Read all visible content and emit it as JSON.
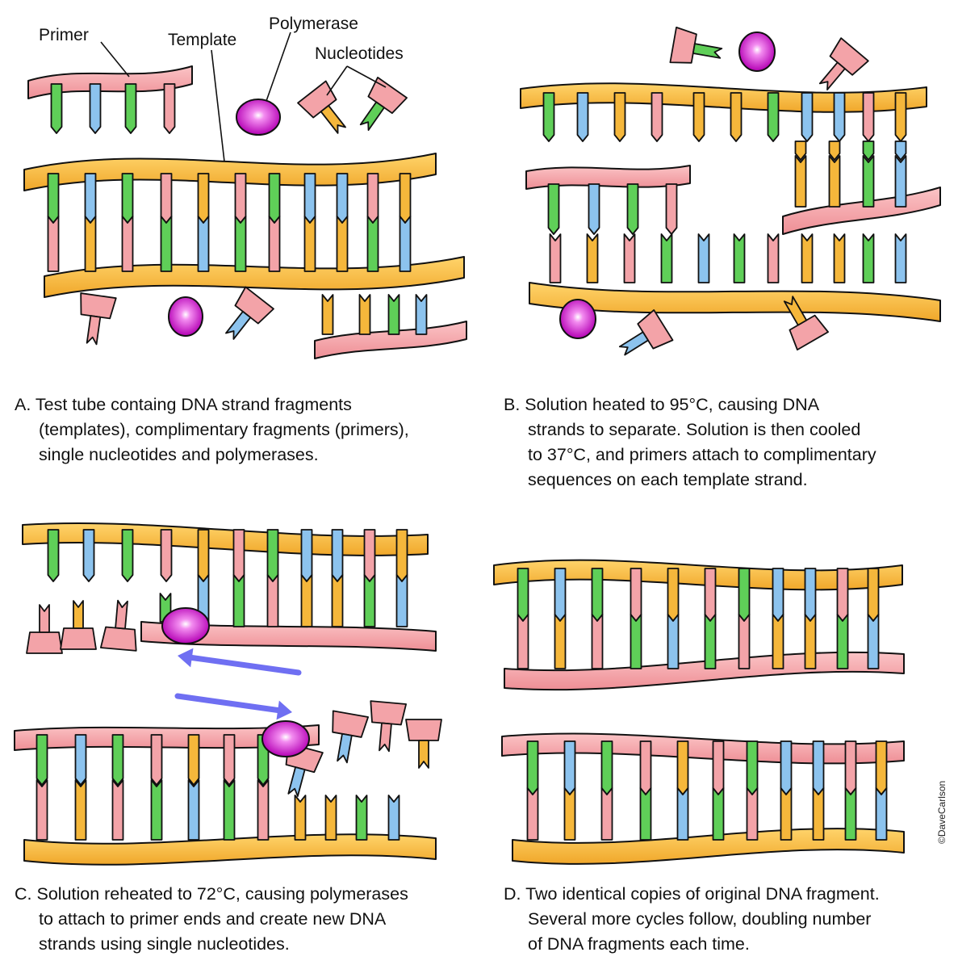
{
  "labels": {
    "primer": "Primer",
    "template": "Template",
    "polymerase": "Polymerase",
    "nucleotides": "Nucleotides"
  },
  "captions": {
    "a": {
      "first": "A. Test tube containg DNA strand fragments",
      "rest": [
        "(templates), complimentary fragments (primers),",
        "single nucleotides and polymerases."
      ]
    },
    "b": {
      "first": "B. Solution heated to 95°C, causing DNA",
      "rest": [
        "strands to separate.  Solution is then cooled",
        "to 37°C, and primers attach to complimentary",
        "sequences on each template strand."
      ]
    },
    "c": {
      "first": "C. Solution reheated to 72°C, causing polymerases",
      "rest": [
        "to attach to primer ends and create new DNA",
        "strands using single nucleotides."
      ]
    },
    "d": {
      "first": "D. Two identical copies of original DNA fragment.",
      "rest": [
        "Several more cycles follow, doubling number",
        "of DNA fragments each time."
      ]
    }
  },
  "credit": "©DaveCarlson",
  "colors": {
    "strand_template": "#f5b73b",
    "strand_primer": "#f3a3a8",
    "green": "#5fcf58",
    "blue": "#8cc3ee",
    "yellow": "#f5b73b",
    "pink": "#f3a3a8",
    "polymerase": "#cc22cc",
    "arrow": "#6f6ff2"
  }
}
